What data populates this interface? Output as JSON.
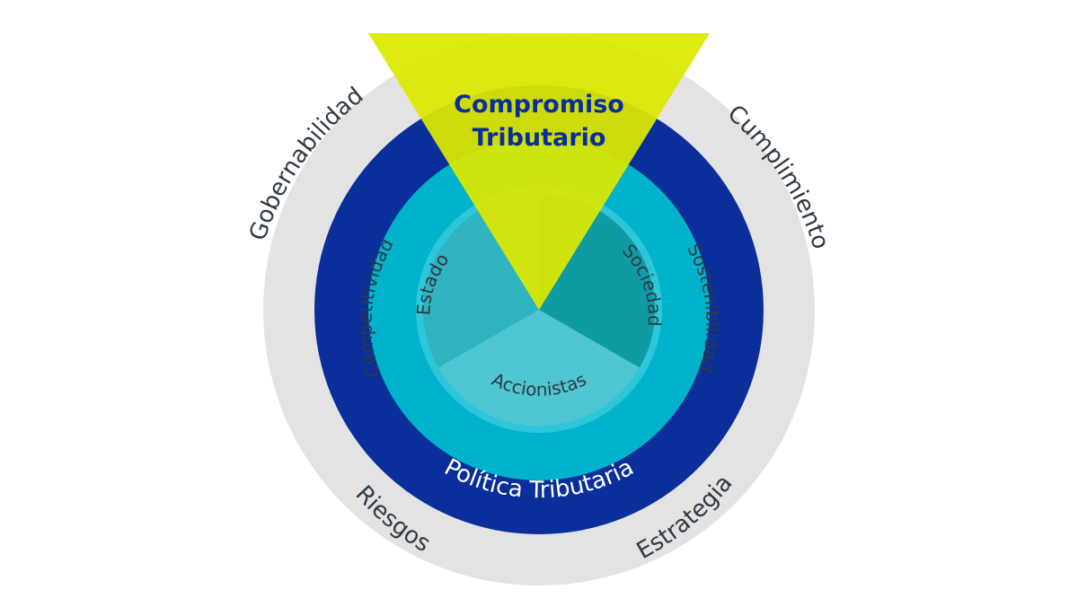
{
  "title": {
    "line1": "Compromiso",
    "line2": "Tributario"
  },
  "outer_ring": {
    "left": "Gobernabilidad",
    "right": "Cumplimiento",
    "bottom_left": "Riesgos",
    "bottom_right": "Estrategia"
  },
  "policy_ring": {
    "label": "Política Tributaria"
  },
  "middle_ring": {
    "left": "Competitividad",
    "right": "Sostenibilidad"
  },
  "core": {
    "left": "Estado",
    "right": "Sociedad",
    "bottom": "Accionistas"
  },
  "colors": {
    "outer_ring": "#e3e3e3",
    "policy_ring": "#0a2f9a",
    "middle_ring": "#00b3cb",
    "core_border": "#2ec7d9",
    "sector_estado": "#2fb3c0",
    "sector_sociedad": "#0f9ba4",
    "sector_accionistas": "#4fc6d2",
    "triangle": "#dde800",
    "title_text": "#0a2f9a",
    "dark_text": "#2e3a45",
    "light_text": "#ffffff"
  }
}
